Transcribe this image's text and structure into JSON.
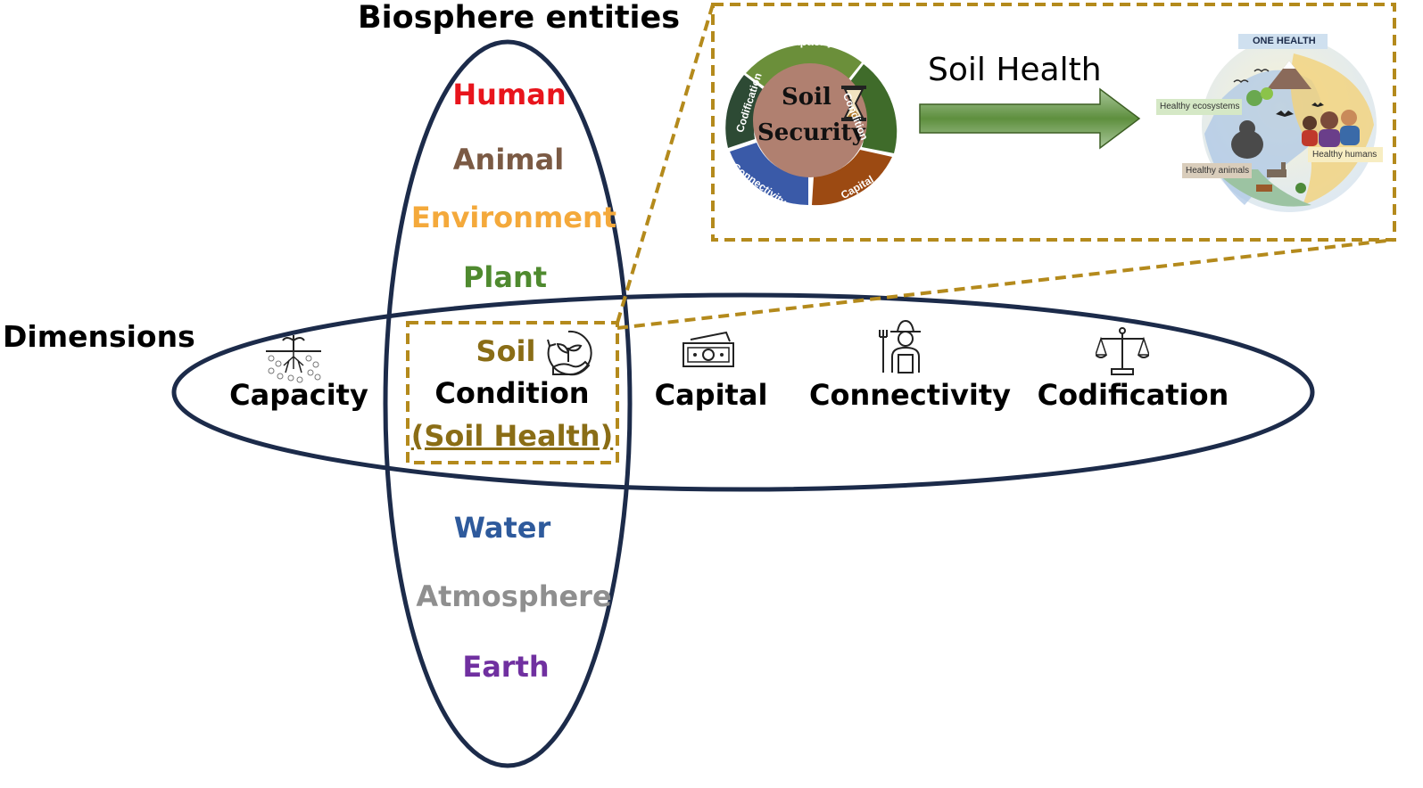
{
  "headings": {
    "biosphere": "Biosphere entities",
    "dimensions": "Dimensions"
  },
  "entities": {
    "human": {
      "label": "Human",
      "color": "#e8141c"
    },
    "animal": {
      "label": "Animal",
      "color": "#7b5a44"
    },
    "environment": {
      "label": "Environment",
      "color": "#f4a93b"
    },
    "plant": {
      "label": "Plant",
      "color": "#4f8a2f"
    },
    "water": {
      "label": "Water",
      "color": "#2e5a9c"
    },
    "atmosphere": {
      "label": "Atmosphere",
      "color": "#8f8f8f"
    },
    "earth": {
      "label": "Earth",
      "color": "#7030a0"
    }
  },
  "dimensions": {
    "capacity": "Capacity",
    "condition_soil": "Soil",
    "condition": "Condition",
    "soil_health": "(Soil Health)",
    "capital": "Capital",
    "connectivity": "Connectivity",
    "codification": "Codification"
  },
  "inset": {
    "arrow_label": "Soil Health",
    "ring": {
      "center_line1": "Soil",
      "center_line2": "Security",
      "segments": [
        "Capacity",
        "Condition",
        "Capital",
        "Connectivity",
        "Codification"
      ]
    },
    "one_health": {
      "title": "ONE HEALTH",
      "ecosystems": "Healthy ecosystems",
      "animals": "Healthy animals",
      "humans": "Healthy humans"
    }
  },
  "colors": {
    "ellipse": "#1c2b4a",
    "dash": "#b48a1c",
    "soil_accent": "#8a6d16",
    "arrow": "#4d7a2a",
    "ring_capacity": "#6b8f3a",
    "ring_condition": "#3f6b2a",
    "ring_capital": "#9c4a12",
    "ring_connectivity": "#3a5aa8",
    "ring_codification": "#2d4a34",
    "ring_center": "#b08070"
  },
  "icons": [
    "soil-roots-icon",
    "plant-in-hand-icon",
    "banknote-icon",
    "farmer-icon",
    "scales-icon",
    "hourglass-icon"
  ]
}
